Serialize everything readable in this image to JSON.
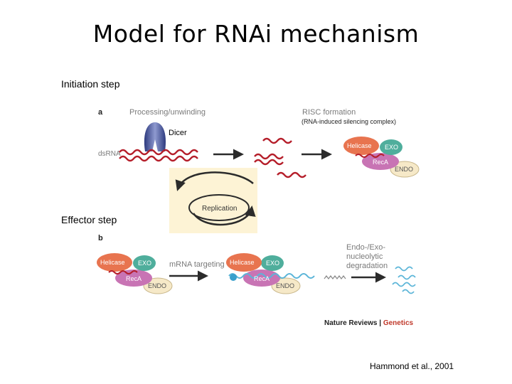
{
  "title": "Model for RNAi mechanism",
  "initiation": {
    "label": "Initiation step",
    "panel_letter": "a",
    "processing_label": "Processing/unwinding",
    "risc_label": "RISC formation",
    "risc_full": "(RNA-induced silencing complex)",
    "dicer_label": "Dicer",
    "dsrna_label": "dsRNA",
    "replication_label": "Replication"
  },
  "effector": {
    "label": "Effector step",
    "panel_letter": "b",
    "mrna_targeting_label": "mRNA targeting",
    "degradation_lines": [
      "Endo-/Exo-",
      "nucleolytic",
      "degradation"
    ]
  },
  "complex_labels": {
    "helicase": "Helicase",
    "exo": "EXO",
    "reca": "RecA",
    "endo": "ENDO"
  },
  "source": {
    "journal": "Nature Reviews",
    "separator": " | ",
    "section": "Genetics"
  },
  "credit": "Hammond et al., 2001",
  "colors": {
    "rna": "#b51e2a",
    "mrna": "#5bb5d8",
    "helicase": "#e8744f",
    "exo": "#4fae9c",
    "reca": "#c874b4",
    "endo": "#f6e9c8",
    "dicer": "#3f4f9a",
    "arrow": "#2b2b2b",
    "replication_bg": "#fdf3d5"
  }
}
